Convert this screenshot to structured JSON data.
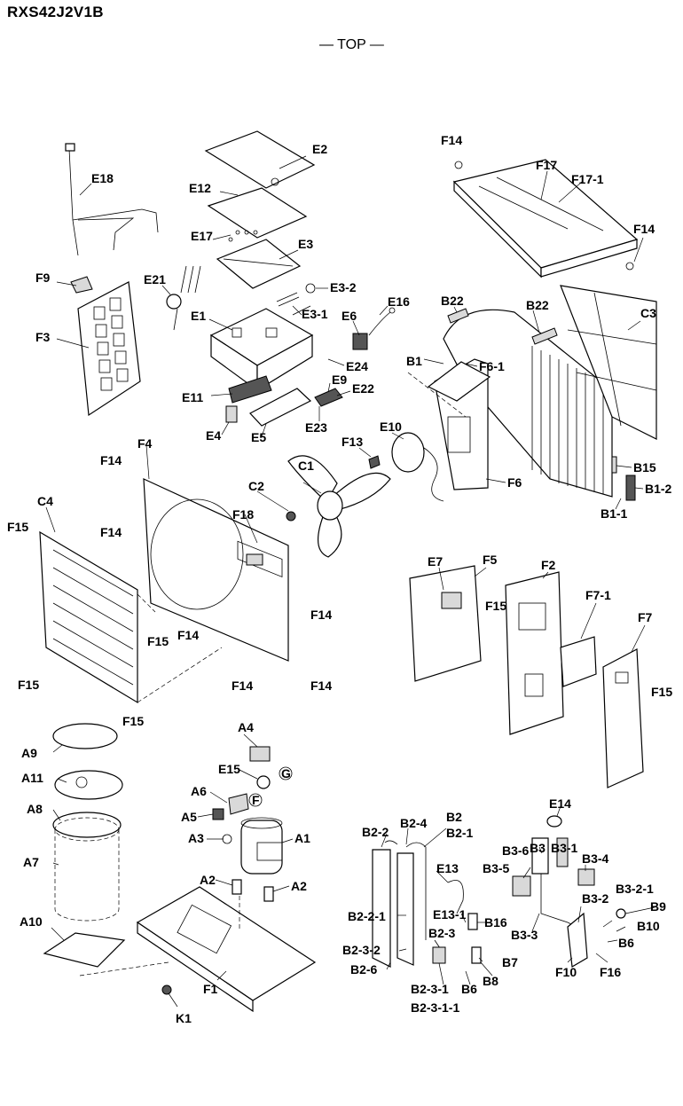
{
  "model": "RXS42J2V1B",
  "orientation": "— TOP —",
  "labels": {
    "E2": "E2",
    "E12": "E12",
    "E17": "E17",
    "E3": "E3",
    "E18": "E18",
    "F9": "F9",
    "F3": "F3",
    "E21": "E21",
    "E1": "E1",
    "E3-2": "E3-2",
    "E3-1": "E3-1",
    "E16": "E16",
    "E6": "E6",
    "E24": "E24",
    "E11": "E11",
    "E9": "E9",
    "E22": "E22",
    "E4": "E4",
    "E5": "E5",
    "E23": "E23",
    "F14a": "F14",
    "F17": "F17",
    "F17-1": "F17-1",
    "F14b": "F14",
    "B22a": "B22",
    "B22b": "B22",
    "C3": "C3",
    "B1": "B1",
    "F6-1": "F6-1",
    "E10": "E10",
    "F13": "F13",
    "F6": "F6",
    "B15": "B15",
    "B1-2": "B1-2",
    "B1-1": "B1-1",
    "F4": "F4",
    "F14c": "F14",
    "C1": "C1",
    "C2": "C2",
    "C4": "C4",
    "F15a": "F15",
    "F14d": "F14",
    "F18": "F18",
    "F14e": "F14",
    "F15b": "F15",
    "F14f": "F14",
    "F15c": "F15",
    "F14g": "F14",
    "F14h": "F14",
    "F15d": "F15",
    "E7": "E7",
    "F5": "F5",
    "F2": "F2",
    "F15e": "F15",
    "F7-1": "F7-1",
    "F7": "F7",
    "F15f": "F15",
    "A4": "A4",
    "A9": "A9",
    "E15": "E15",
    "A11": "A11",
    "G": "G",
    "A6": "A6",
    "F": "F",
    "A8": "A8",
    "A5": "A5",
    "A3": "A3",
    "A1": "A1",
    "A7": "A7",
    "A2a": "A2",
    "A2b": "A2",
    "A10": "A10",
    "F1": "F1",
    "K1": "K1",
    "B2-2": "B2-2",
    "B2-4": "B2-4",
    "B2": "B2",
    "B2-1": "B2-1",
    "E14": "E14",
    "B3-6": "B3-6",
    "B3": "B3",
    "B3-1": "B3-1",
    "B3-4": "B3-4",
    "E13": "E13",
    "B3-5": "B3-5",
    "B2-2-1": "B2-2-1",
    "E13-1": "E13-1",
    "B16": "B16",
    "B3-2": "B3-2",
    "B3-2-1": "B3-2-1",
    "B9": "B9",
    "B2-3": "B2-3",
    "B3-3": "B3-3",
    "B10": "B10",
    "B2-3-2": "B2-3-2",
    "B6a": "B6",
    "B7": "B7",
    "B2-6": "B2-6",
    "B8": "B8",
    "B6b": "B6",
    "F10": "F10",
    "F16": "F16",
    "B2-3-1": "B2-3-1",
    "B2-3-1-1": "B2-3-1-1"
  }
}
